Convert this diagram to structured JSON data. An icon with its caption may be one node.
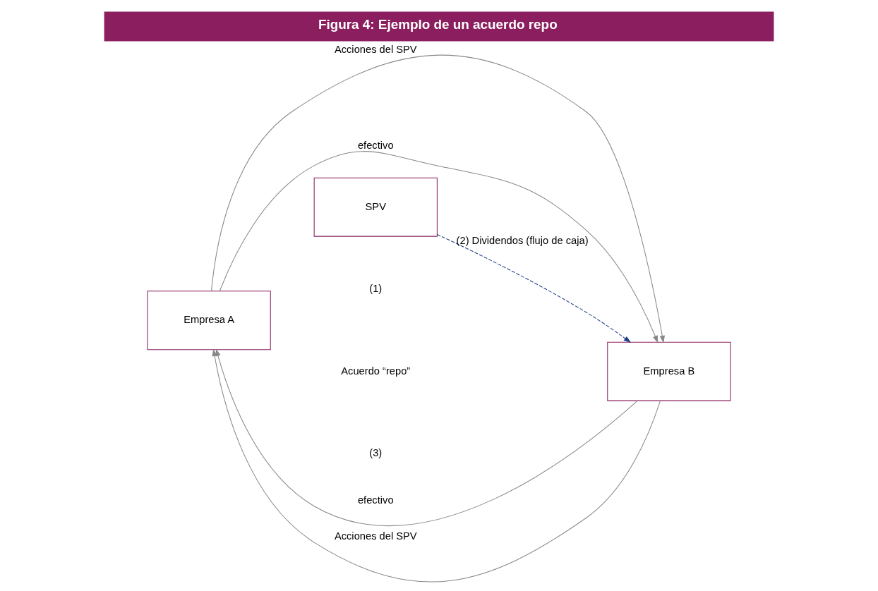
{
  "diagram": {
    "title": "Figura 4: Ejemplo de un acuerdo repo",
    "nodes": [
      {
        "text": [
          "Empresa A"
        ]
      },
      {
        "text": [
          "Empresa B"
        ]
      },
      {
        "text": [
          "SPV"
        ]
      }
    ],
    "edges": [
      {
        "from": 0,
        "to": 1,
        "arrow": "to",
        "label": "Acciones del SPV"
      },
      {
        "from": 1,
        "to": 0,
        "arrow": "to",
        "label": "efectivo"
      },
      {
        "from": 0,
        "to": 1,
        "arrow": "to",
        "label": "efectivo"
      },
      {
        "from": 1,
        "to": 0,
        "arrow": "to",
        "label": "Acciones del SPV"
      },
      {
        "from": 2,
        "to": 1,
        "arrow": "to",
        "label": "(2) Dividendos (flujo de caja)",
        "style": "dashed",
        "color": "#1f3f86"
      }
    ],
    "labels": [
      "(1)",
      "Acuerdo “repo”",
      "(3)"
    ]
  }
}
